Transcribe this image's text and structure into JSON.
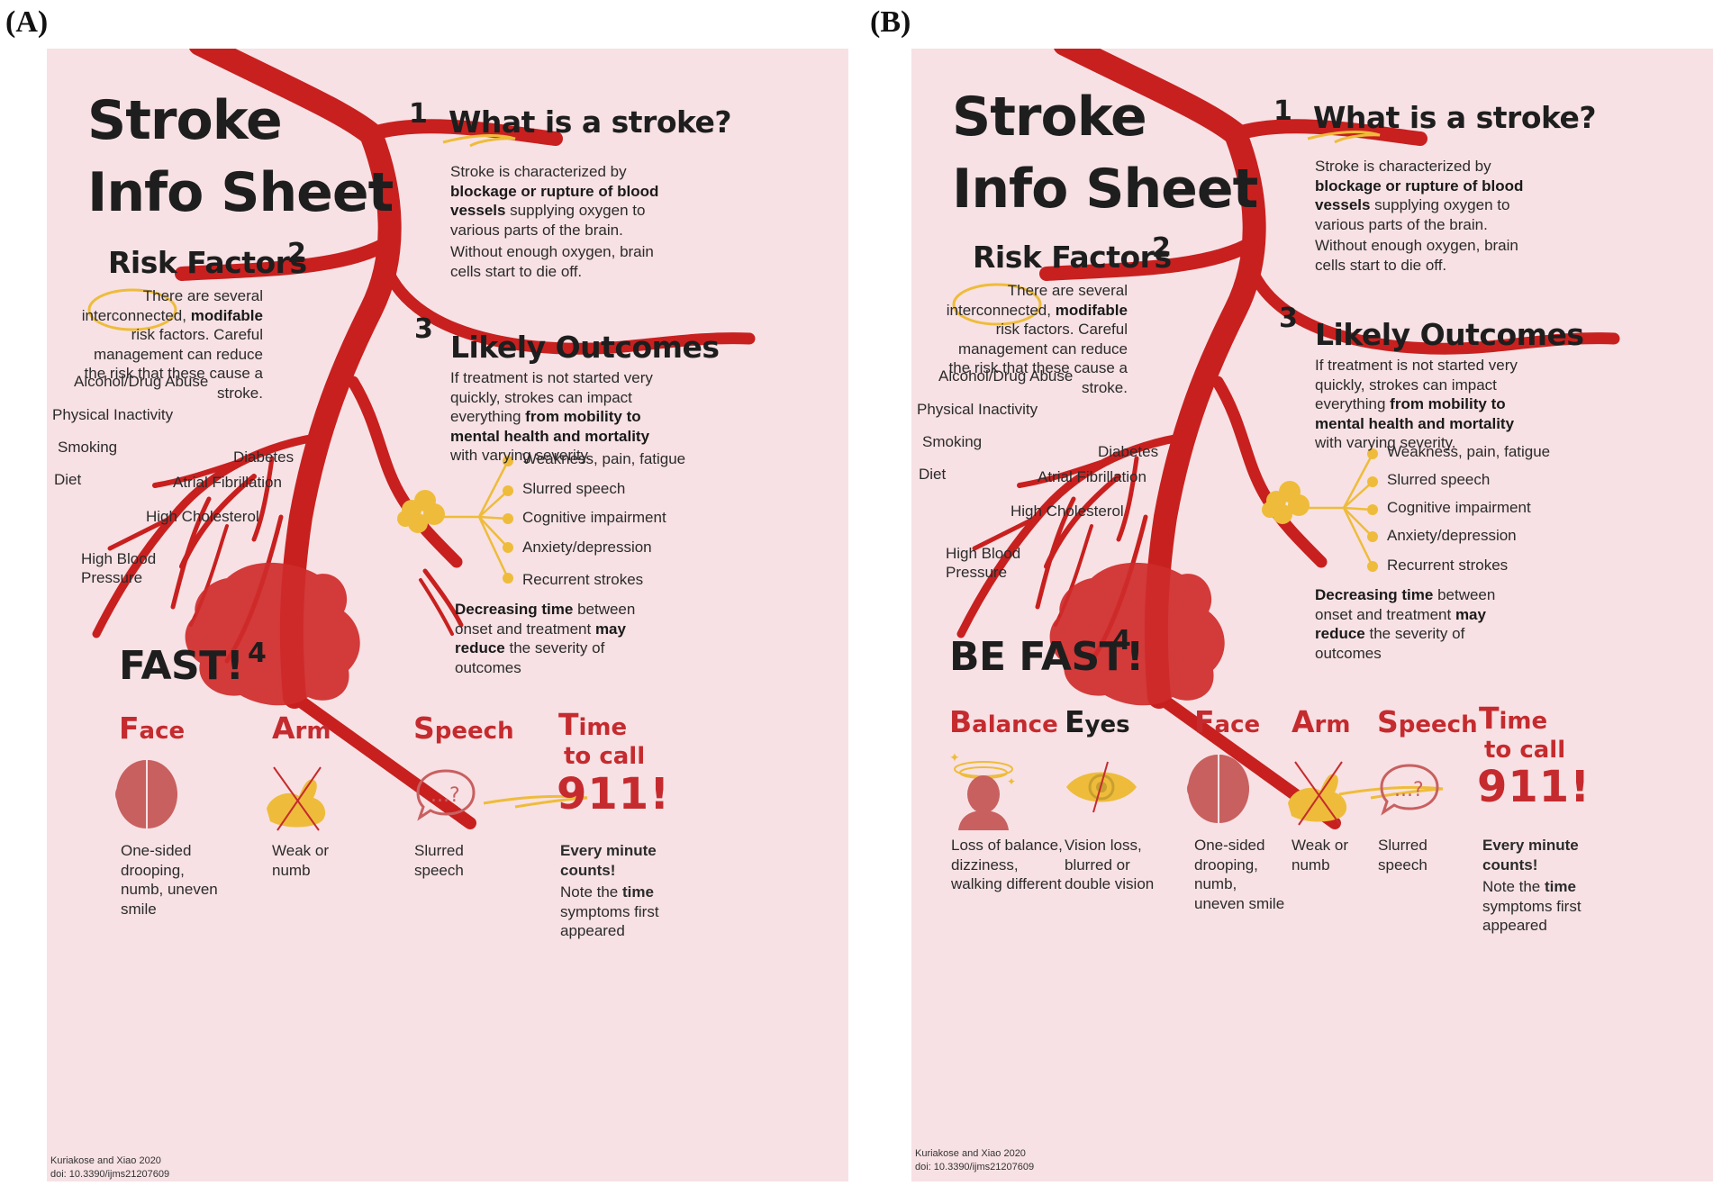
{
  "panels": [
    {
      "label": "(A)",
      "title_line1": "Stroke",
      "title_line2": "Info Sheet",
      "numbers": [
        "1",
        "2",
        "3",
        "4"
      ],
      "what": {
        "heading_pre": "What is a ",
        "heading_hl": "stroke?",
        "p1_pre": "Stroke is characterized by ",
        "p1_bold": "blockage or rupture of blood vessels",
        "p1_post": " supplying oxygen to various parts of the brain.",
        "p2": "Without enough oxygen, brain cells start to die off."
      },
      "risk": {
        "heading_hl": "Risk",
        "heading_post": " Factors",
        "p_pre": "There are several interconnected, ",
        "p_bold": "modifable",
        "p_post": " risk factors. Careful management can reduce the risk that these cause a stroke.",
        "alcohol": "Alcohol/Drug Abuse",
        "inactivity": "Physical Inactivity",
        "smoking": "Smoking",
        "diet": "Diet",
        "diabetes": "Diabetes",
        "afib": "Atrial Fibrillation",
        "cholesterol": "High Cholesterol",
        "bp1": "High Blood",
        "bp2": "Pressure"
      },
      "outcomes": {
        "heading": "Likely Outcomes",
        "p_pre": "If treatment is not started very quickly, strokes can impact everything ",
        "p_bold": "from mobility to mental health and mortality",
        "p_post": " with varying severity.",
        "list": [
          "Weakness, pain, fatigue",
          "Slurred speech",
          "Cognitive impairment",
          "Anxiety/depression",
          "Recurrent strokes"
        ],
        "d_b1": "Decreasing time",
        "d_t1": " between onset and treatment ",
        "d_b2": "may reduce",
        "d_t2": " the severity of outcomes"
      },
      "fast": {
        "heading": "FAST!",
        "face": {
          "first": "F",
          "rest": "ace",
          "caption": "One-sided drooping, numb, uneven smile"
        },
        "arm": {
          "first": "A",
          "rest": "rm",
          "caption": "Weak or numb"
        },
        "speech": {
          "first": "S",
          "rest": "peech",
          "caption": "Slurred speech"
        },
        "time": {
          "first": "T",
          "rest": "ime",
          "line2": "to call",
          "number": "911!",
          "bold": "Every minute counts!",
          "note_pre": "Note the ",
          "note_bold": "time",
          "note_post": " symptoms first appeared"
        }
      },
      "citation_line1": "Kuriakose and Xiao 2020",
      "citation_line2": "doi: 10.3390/ijms21207609"
    },
    {
      "label": "(B)",
      "title_line1": "Stroke",
      "title_line2": "Info Sheet",
      "numbers": [
        "1",
        "2",
        "3",
        "4"
      ],
      "what": {
        "heading_pre": "What is a ",
        "heading_hl": "stroke?",
        "p1_pre": "Stroke is characterized by ",
        "p1_bold": "blockage or rupture of blood vessels",
        "p1_post": " supplying oxygen to various parts of the brain.",
        "p2": "Without enough oxygen, brain cells start to die off."
      },
      "risk": {
        "heading_hl": "Risk",
        "heading_post": " Factors",
        "p_pre": "There are several interconnected, ",
        "p_bold": "modifable",
        "p_post": " risk factors. Careful management can reduce the risk that these cause a stroke.",
        "alcohol": "Alcohol/Drug Abuse",
        "inactivity": "Physical Inactivity",
        "smoking": "Smoking",
        "diet": "Diet",
        "diabetes": "Diabetes",
        "afib": "Atrial Fibrillation",
        "cholesterol": "High Cholesterol",
        "bp1": "High Blood",
        "bp2": "Pressure"
      },
      "outcomes": {
        "heading": "Likely Outcomes",
        "p_pre": "If treatment is not started very quickly, strokes can impact everything ",
        "p_bold": "from mobility to mental health and mortality",
        "p_post": " with varying severity.",
        "list": [
          "Weakness, pain, fatigue",
          "Slurred speech",
          "Cognitive impairment",
          "Anxiety/depression",
          "Recurrent strokes"
        ],
        "d_b1": "Decreasing time",
        "d_t1": " between onset and treatment ",
        "d_b2": "may reduce",
        "d_t2": " the severity of outcomes"
      },
      "fast": {
        "heading": "BE FAST!",
        "balance": {
          "first": "B",
          "rest": "alance",
          "caption": "Loss of balance, dizziness, walking different"
        },
        "eyes": {
          "first": "E",
          "rest": "yes",
          "caption": "Vision loss, blurred or double vision"
        },
        "face": {
          "first": "F",
          "rest": "ace",
          "caption": "One-sided drooping, numb, uneven smile"
        },
        "arm": {
          "first": "A",
          "rest": "rm",
          "caption": "Weak or numb"
        },
        "speech": {
          "first": "S",
          "rest": "peech",
          "caption": "Slurred speech"
        },
        "time": {
          "first": "T",
          "rest": "ime",
          "line2": "to call",
          "number": "911!",
          "bold": "Every minute counts!",
          "note_pre": "Note the ",
          "note_bold": "time",
          "note_post": " symptoms first appeared"
        }
      },
      "citation_line1": "Kuriakose and Xiao 2020",
      "citation_line2": "doi: 10.3390/ijms21207609"
    }
  ],
  "colors": {
    "vessel": "#c8201f",
    "accent_yellow": "#eebc3a",
    "sheet_bg": "#f7e1e4",
    "letter_red": "#c52b2e"
  }
}
